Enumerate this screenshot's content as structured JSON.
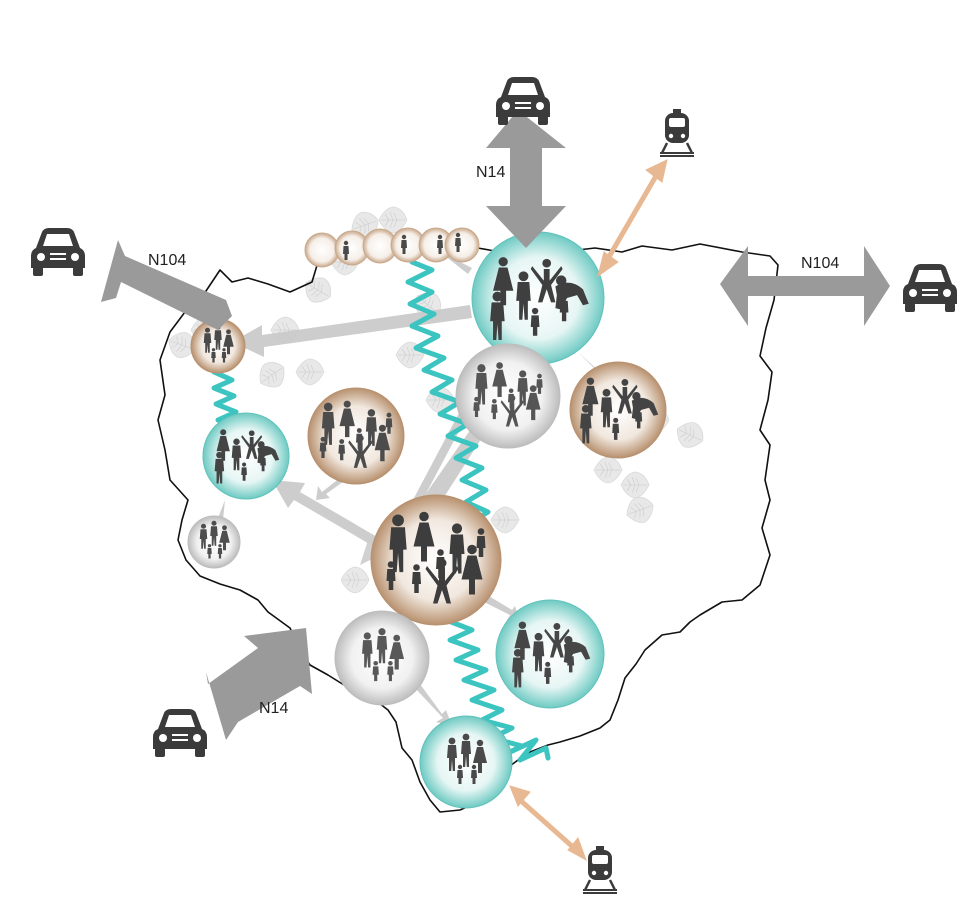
{
  "labels": {
    "north_road": "N14",
    "northwest_road": "N104",
    "east_road": "N104",
    "southwest_road": "N14"
  },
  "icons": {
    "car": "car-icon",
    "train": "train-icon",
    "people_cluster": "people-cluster-icon",
    "leaf": "leaf-icon"
  },
  "colors": {
    "road_arrow": "#9a9a9a",
    "rail_arrow": "#e8b892",
    "green_corridor": "#3cc4c0",
    "teal_hub": "#8fd5cf",
    "beige_hub": "#c9a98c",
    "grey_hub": "#cfcfcf",
    "boundary": "#111111",
    "icon": "#3b3b3b"
  }
}
